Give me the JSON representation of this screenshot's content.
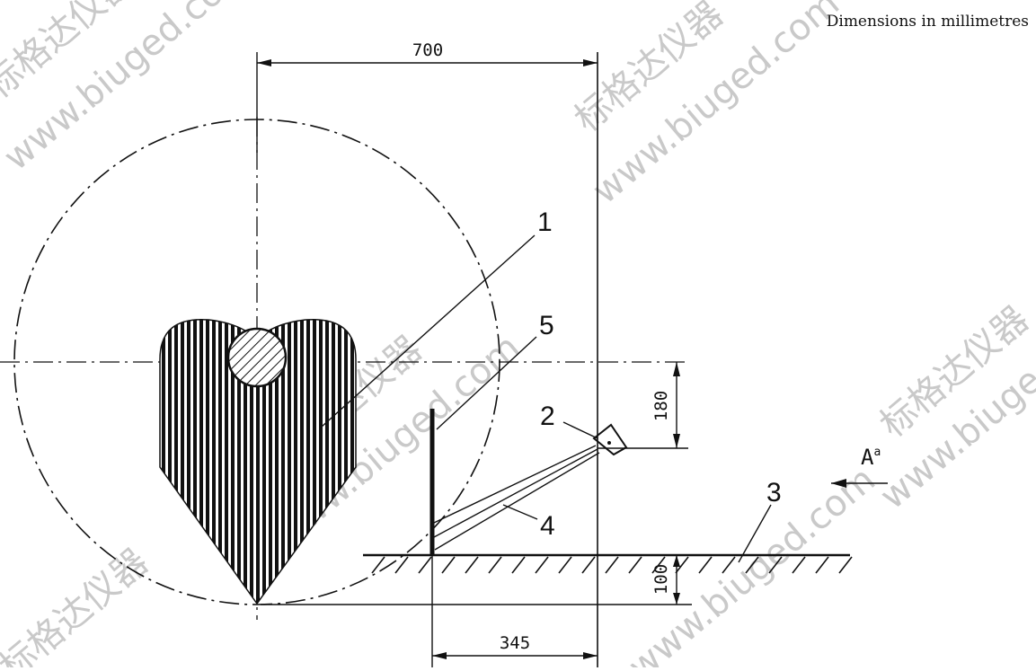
{
  "header": {
    "units_note": "Dimensions in millimetres"
  },
  "callouts": {
    "c1": "1",
    "c2": "2",
    "c3": "3",
    "c4": "4",
    "c5": "5"
  },
  "dimensions": {
    "top_width": "700",
    "right_height": "180",
    "right_low": "100",
    "bottom_width": "345"
  },
  "direction": {
    "label": "A",
    "superscript": "a"
  },
  "watermark": {
    "cn": "标格达仪器",
    "url": "www.biuged.com"
  },
  "colors": {
    "line": "#111111",
    "watermark": "#c9c9c9"
  }
}
